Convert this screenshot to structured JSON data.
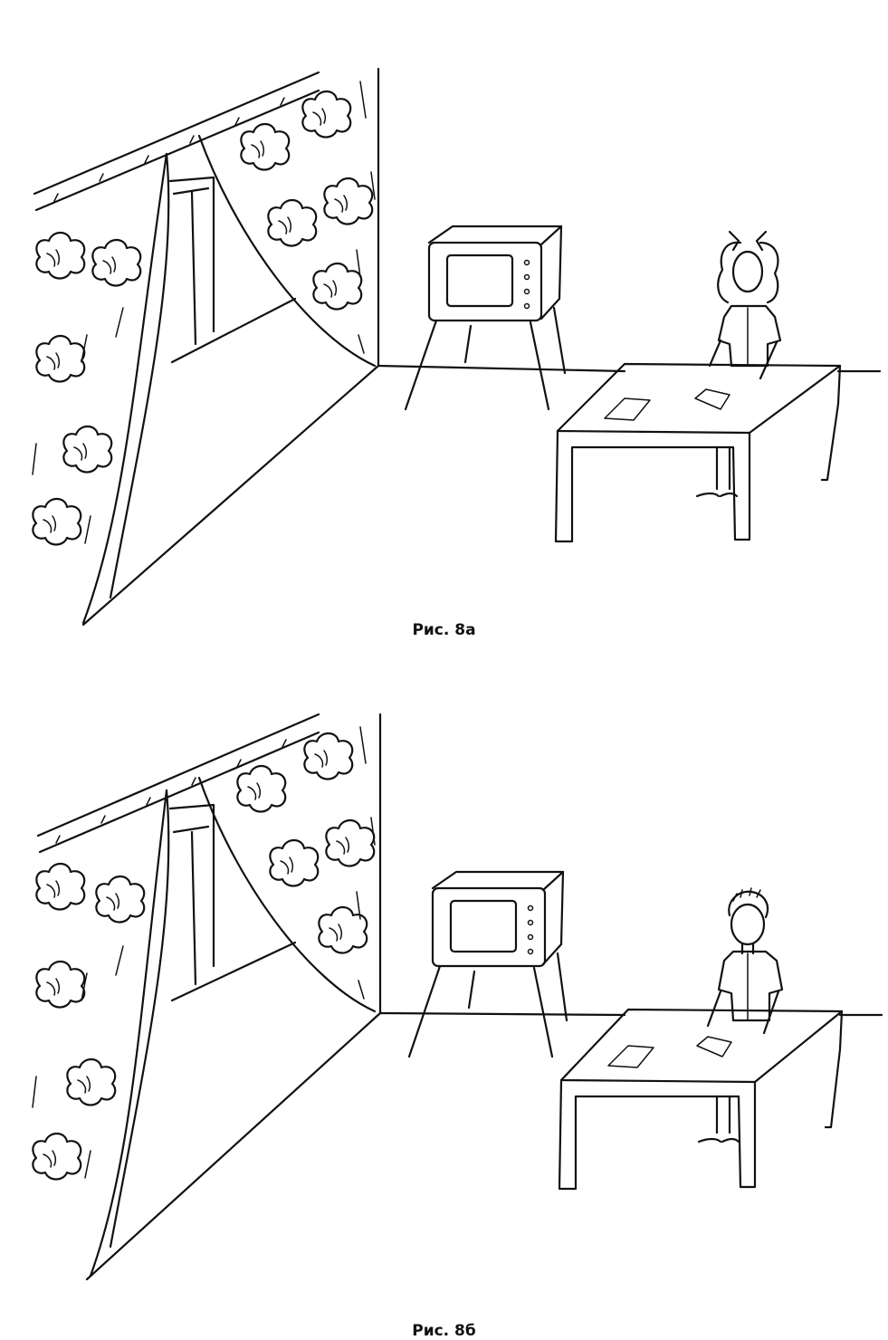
{
  "figures": [
    {
      "caption": "Рис. 8а",
      "child": "girl"
    },
    {
      "caption": "Рис. 8б",
      "child": "boy"
    }
  ]
}
